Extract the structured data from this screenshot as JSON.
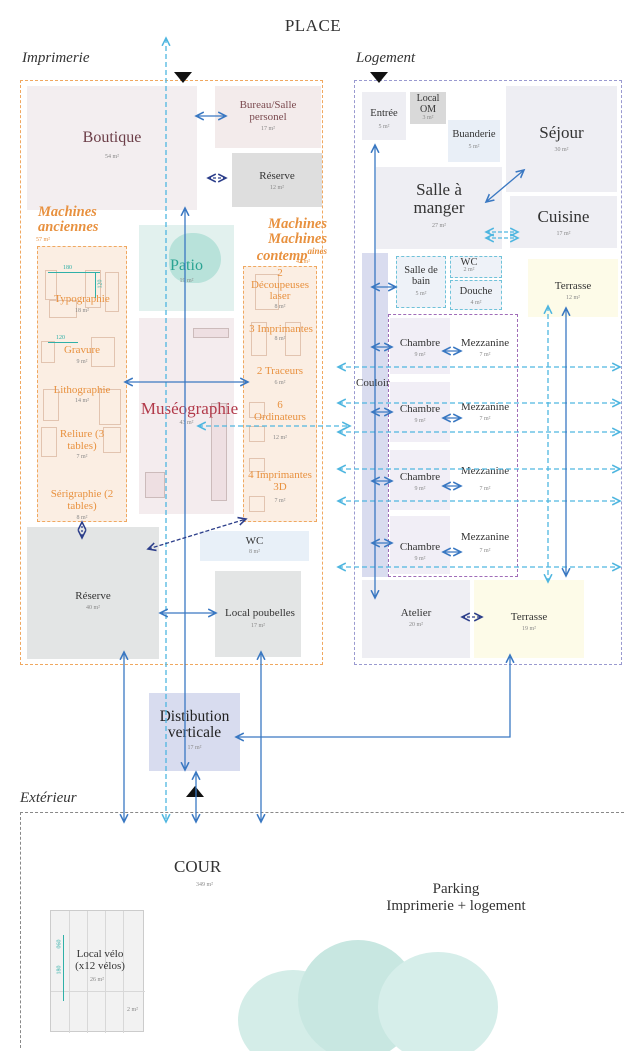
{
  "title": "PLACE",
  "zones": {
    "imprimerie": "Imprimerie",
    "logement": "Logement",
    "exterieur": "Extérieur"
  },
  "groups": {
    "machines_anciennes": "Machines anciennes",
    "machines_contemp_prefix": "Machines contemp",
    "machines_contemp_suffix": "aines"
  },
  "rooms": {
    "boutique": {
      "name": "Boutique",
      "area": "54 m²"
    },
    "bureau": {
      "name": "Bureau/Salle personel",
      "area": "17 m²"
    },
    "reserve_top": {
      "name": "Réserve",
      "area": "12 m²"
    },
    "patio": {
      "name": "Patio",
      "area": "19 m²"
    },
    "museographie": {
      "name": "Muséographie",
      "area": "43 m²"
    },
    "typographie": {
      "name": "Typographie",
      "area": "18 m²"
    },
    "gravure": {
      "name": "Gravure",
      "area": "9 m²"
    },
    "lithographie": {
      "name": "Lithographie",
      "area": "14 m²"
    },
    "reliure": {
      "name": "Reliure (3 tables)",
      "area": "7 m²"
    },
    "serigraphie": {
      "name": "Sérigraphie (2 tables)",
      "area": "8 m²"
    },
    "decoupeuses": {
      "name": "2 Découpeuses laser",
      "area": "8 m²"
    },
    "imprimantes": {
      "name": "3 Imprimantes",
      "area": "8 m²"
    },
    "traceurs": {
      "name": "2 Traceurs",
      "area": "6 m²"
    },
    "ordinateurs": {
      "name": "6 Ordinateurs",
      "area": "12 m²"
    },
    "imprimantes3d": {
      "name": "4 Imprimantes 3D",
      "area": "7 m²"
    },
    "wc_imp": {
      "name": "WC",
      "area": "8 m²"
    },
    "reserve_big": {
      "name": "Réserve",
      "area": "40 m²"
    },
    "poubelles": {
      "name": "Local poubelles",
      "area": "17 m²"
    },
    "distribution": {
      "name": "Distibution verticale",
      "area": "17 m²"
    },
    "entree": {
      "name": "Entrée",
      "area": "5 m²"
    },
    "local_om": {
      "name": "Local OM",
      "area": "3 m²"
    },
    "buanderie": {
      "name": "Buanderie",
      "area": "5 m²"
    },
    "sejour": {
      "name": "Séjour",
      "area": "30 m²"
    },
    "salle_manger": {
      "name": "Salle à manger",
      "area": "27 m²"
    },
    "cuisine": {
      "name": "Cuisine",
      "area": "17 m²"
    },
    "salle_bain": {
      "name": "Salle de bain",
      "area": "5 m²"
    },
    "wc_log": {
      "name": "WC",
      "area": "2 m²"
    },
    "douche": {
      "name": "Douche",
      "area": "4 m²"
    },
    "terrasse_top": {
      "name": "Terrasse",
      "area": "12 m²"
    },
    "couloir": {
      "name": "Couloir"
    },
    "chambre": {
      "name": "Chambre",
      "area": "9 m²"
    },
    "mezzanine": {
      "name": "Mezzanine",
      "area": "7 m²"
    },
    "atelier": {
      "name": "Atelier",
      "area": "20 m²"
    },
    "terrasse_bottom": {
      "name": "Terrasse",
      "area": "19 m²"
    },
    "cour": {
      "name": "COUR",
      "area": "349 m²"
    },
    "parking": {
      "line1": "Parking",
      "line2": "Imprimerie + logement"
    },
    "local_velo": {
      "name": "Local vélo (x12 vélos)",
      "area": "26 m²",
      "small_area": "2 m²"
    }
  },
  "dimensions": {
    "d180": "180",
    "d120": "120",
    "d120v": "120",
    "d180v": "180",
    "d060": "060",
    "a57": "57 m²",
    "a42": "42 m²"
  },
  "colors": {
    "arrow_blue": "#3a78c2",
    "arrow_cyan": "#4fb6e0",
    "arrow_navy": "#2c3e8a",
    "orange": "#e8913f",
    "purple": "#a06cb8",
    "lavender": "#b8b8dc"
  }
}
